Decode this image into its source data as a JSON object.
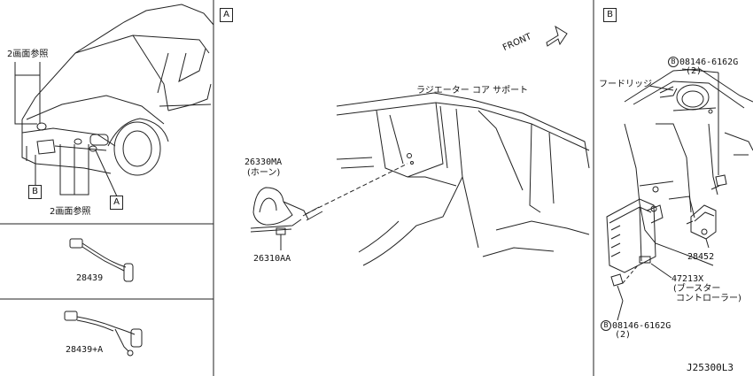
{
  "panels": {
    "a_tag": "A",
    "b_tag": "B"
  },
  "overview": {
    "ref_page2_top": "2画面参照",
    "ref_page2_bottom": "2画面参照",
    "callout_b": "B",
    "callout_a": "A"
  },
  "parts": {
    "p28439": "28439",
    "p28439a": "28439+A",
    "p26330ma": "26330MA",
    "horn_jp": "(ホーン)",
    "p26310aa": "26310AA",
    "radiator_support": "ラジエーター コア サポート",
    "front": "FRONT",
    "hood_ledge": "フードリッジ",
    "bolt_top_circ": "B",
    "bolt_top": "08146-6162G",
    "bolt_top_qty": "(2)",
    "p28452": "28452",
    "p47213x": "47213X",
    "booster_1": "(ブースター",
    "booster_2": "コントローラー)",
    "bolt_bot_circ": "B",
    "bolt_bot": "08146-6162G",
    "bolt_bot_qty": "(2)"
  },
  "footer": {
    "drawing_code": "J25300L3"
  }
}
